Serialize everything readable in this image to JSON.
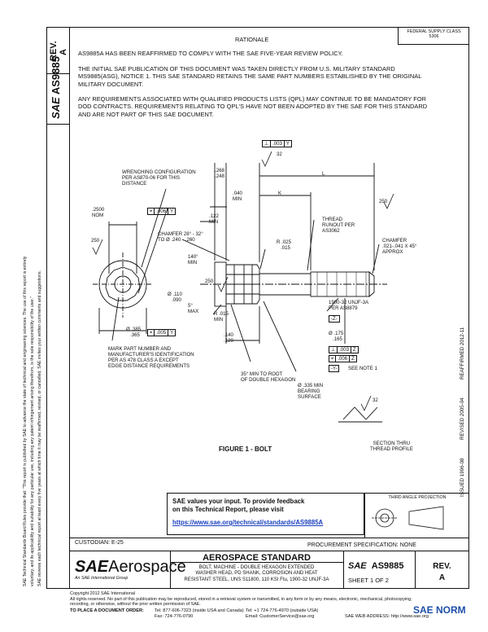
{
  "header": {
    "rev_label": "REV.",
    "rev_value": "A",
    "doc_number": "AS9885",
    "title": "RATIONALE",
    "fed_class": "FEDERAL SUPPLY CLASS",
    "fed_class_value": "5306"
  },
  "rationale": [
    "AS9885A HAS BEEN REAFFIRMED TO COMPLY WITH THE SAE FIVE-YEAR REVIEW POLICY.",
    "THE INITIAL SAE PUBLICATION OF THIS DOCUMENT WAS TAKEN DIRECTLY FROM U.S. MILITARY STANDARD MS9885(ASG), NOTICE 1. THIS SAE STANDARD RETAINS THE SAME PART NUMBERS ESTABLISHED BY THE ORIGINAL MILITARY DOCUMENT.",
    "ANY REQUIREMENTS ASSOCIATED WITH QUALIFIED PRODUCTS LISTS (QPL) MAY CONTINUE TO BE MANDATORY FOR DOD CONTRACTS. REQUIREMENTS RELATING TO QPL'S HAVE NOT BEEN ADOPTED BY THE SAE FOR THIS STANDARD AND ARE NOT PART OF THIS SAE DOCUMENT."
  ],
  "drawing": {
    "fcf_top": [
      "⊥",
      ".003",
      "Y"
    ],
    "fcf_wrench": [
      "⌖",
      ".006",
      "Y"
    ],
    "fcf_bottom": [
      "⌖",
      ".005",
      "Y"
    ],
    "fcf_thread_a": [
      "⊥",
      ".003",
      "Z"
    ],
    "fcf_thread_b": [
      "⌖",
      ".006",
      "Z"
    ],
    "datum_z": "-Z-",
    "datum_y": "-Y-",
    "labels": {
      "wrenching": "WRENCHING CONFIGURATION\nPER AS870-06 FOR THIS\nDISTANCE",
      "nom": ".2500\nNOM",
      "r250a": "250",
      "r250b": "250",
      "r250c": "250",
      "d268": ".268\n.248",
      "d040": ".040\nMIN",
      "L": "L",
      "K": "K",
      "d122": ".122\nMIN",
      "runout": "THREAD\nRUNOUT PER\nAS3062",
      "chamfer1": "CHAMFER 28° - 32°\nTO Ø .240 - .260",
      "r025": "R .025\n   .015",
      "chamfer2": "CHAMFER\n.021-.041 X 45°\nAPPROX",
      "d140a": "140°\nMIN",
      "d110": "Ø .110\n   .090",
      "d5": "5°\nMAX",
      "r015": "R .015\nMIN",
      "thread": "1900-32 UNJF-3A\nPER AS8879",
      "d385": "Ø .385\n   .365",
      "d175": "Ø .175\n   .165",
      "d140b": ".140\n.120",
      "marking": "MARK PART NUMBER AND\nMANUFACTURER'S IDENTIFICATION\nPER AS 478 CLASS A EXCEPT\nEDGE DISTANCE REQUIREMENTS",
      "see_note": "SEE NOTE 1",
      "root": "35° MIN TO ROOT\nOF DOUBLE HEXAGON",
      "bearing": "Ø .335 MIN\nBEARING\nSURFACE",
      "r32a": "32",
      "r32b": "32",
      "section": "SECTION THRU\nTHREAD PROFILE",
      "figure": "FIGURE 1 - BOLT"
    }
  },
  "feedback": {
    "line1": "SAE values your input. To provide feedback",
    "line2": "on this Technical Report, please visit",
    "url": "https://www.sae.org/technical/standards/AS9885A"
  },
  "projection": "THIRD ANGLE PROJECTION",
  "side_stamps": [
    "ISSUED 1996-08",
    "REVISED 2005-04",
    "REAFFIRMED 2012-11"
  ],
  "left_text": [
    "SAE Technical Standards Board Rules provide that: \"This report is published by SAE to advance the state of technical and engineering sciences. The use of this report is entirely",
    "voluntary, and its applicability and suitability for any particular use, including any patent infringement arising therefrom, is the sole responsibility of the user.\"",
    "SAE reviews each technical report at least every five years at which time it may be reaffirmed, revised, or cancelled. SAE invites your written comments and suggestions."
  ],
  "footer": {
    "custodian": "CUSTODIAN: E-25",
    "procurement": "PROCUREMENT SPECIFICATION: NONE",
    "logo_sae": "SAE",
    "logo_aero": "Aerospace",
    "logo_sub": "An SAE International Group",
    "std_title": "AEROSPACE STANDARD",
    "desc": [
      "BOLT, MACHINE - DOUBLE HEXAGON EXTENDED",
      "WASHER HEAD, PD SHANK, CORROSION AND HEAT",
      "RESISTANT STEEL, UNS S11800, 110 KSI Ftu, 1900-32 UNJF-3A"
    ],
    "sae_small": "SAE",
    "doc": "AS9885",
    "sheet": "SHEET 1 OF 2",
    "rev_label": "REV.",
    "rev_value": "A"
  },
  "copyright": {
    "line1": "Copyright 2012 SAE International",
    "line2": "All rights reserved. No part of this publication may be reproduced, stored in a retrieval system or transmitted, in any form or by any means, electronic, mechanical, photocopying,",
    "line3": "recording, or otherwise, without the prior written permission of SAE.",
    "order_label": "TO PLACE A DOCUMENT ORDER:",
    "tel": "Tel: 877-606-7323 (inside USA and Canada)",
    "tel2": "Tel: +1 724-776-4970 (outside USA)",
    "fax": "Fax: 724-776-0790",
    "email": "Email: CustomerService@sae.org",
    "web": "SAE WEB ADDRESS: http://www.sae.org",
    "watermark": "SAE NORM"
  }
}
